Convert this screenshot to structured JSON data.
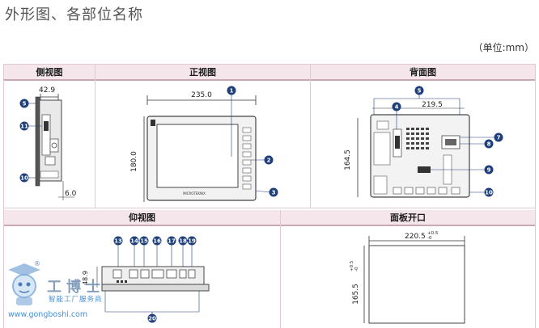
{
  "page": {
    "title": "外形图、各部位名称",
    "unit": "（单位:mm）"
  },
  "sections": {
    "side": "侧视图",
    "front": "正视图",
    "back": "背面图",
    "bottom": "仰视图",
    "cutout": "面板开口"
  },
  "side_view": {
    "depth": "42.9",
    "offset": "6.0",
    "badges": [
      "5",
      "11",
      "10"
    ]
  },
  "front_view": {
    "width": "235.0",
    "height": "180.0",
    "badges": [
      "1",
      "2",
      "3"
    ],
    "brand": "MICROTEKNIX"
  },
  "back_view": {
    "width": "219.5",
    "height": "164.5",
    "badges": [
      "5",
      "4",
      "7",
      "8",
      "9",
      "10"
    ]
  },
  "bottom_view": {
    "height": "48.9",
    "badges": [
      "13",
      "14",
      "15",
      "16",
      "17",
      "18",
      "19",
      "20"
    ]
  },
  "cutout_view": {
    "width": "220.5",
    "width_tol_top": "+0.5",
    "width_tol_bot": "-0",
    "height": "165.5",
    "height_tol_top": "+0.5",
    "height_tol_bot": "-0"
  },
  "watermark": {
    "name": "工博士",
    "sub": "智能工厂服务商",
    "url": "www.gongboshi.com",
    "registered": "®"
  },
  "colors": {
    "header_bg": "#f4e6ea",
    "badge": "#1e3f7a",
    "divider": "#e3c9d0"
  }
}
